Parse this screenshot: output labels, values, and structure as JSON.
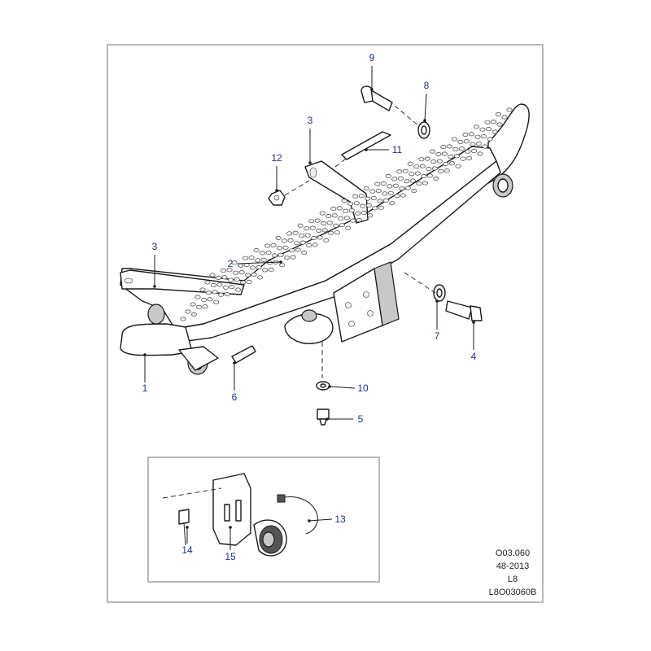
{
  "diagram": {
    "callouts": [
      "1",
      "2",
      "3",
      "3",
      "4",
      "5",
      "6",
      "7",
      "8",
      "9",
      "10",
      "11",
      "12",
      "13",
      "14",
      "15"
    ],
    "reference_block": [
      "O03.060",
      "48-2013",
      "L8",
      "L8O03060B"
    ],
    "accent_color": "#1c2f8c",
    "border_color": "#8a8a8a"
  }
}
